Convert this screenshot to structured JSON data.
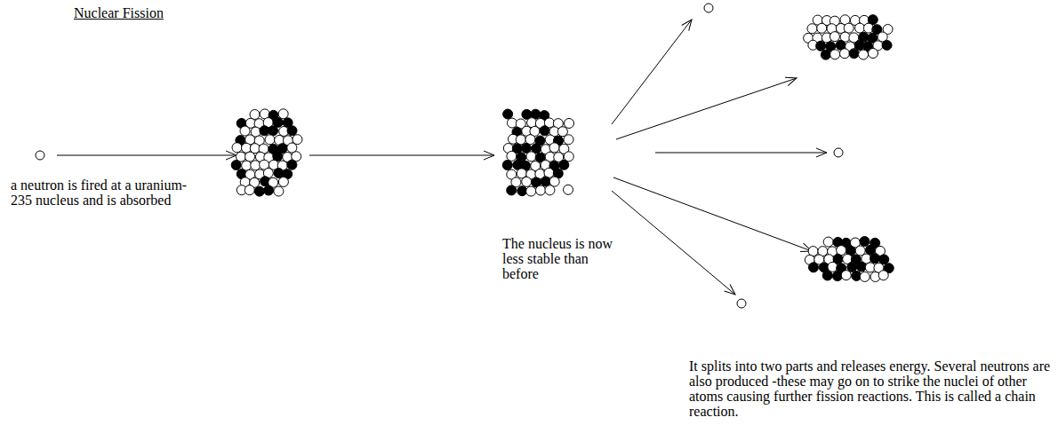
{
  "diagram": {
    "title": "Nuclear Fission",
    "labels": [
      "a neutron is fired at a uranium-235 nucleus and is absorbed",
      "The nucleus is now less stable than before",
      "It splits into two parts and releases energy. Several neutrons are also produced -these may go on to strike the nuclei of other atoms causing further fission reactions. This is called a chain reaction."
    ]
  }
}
